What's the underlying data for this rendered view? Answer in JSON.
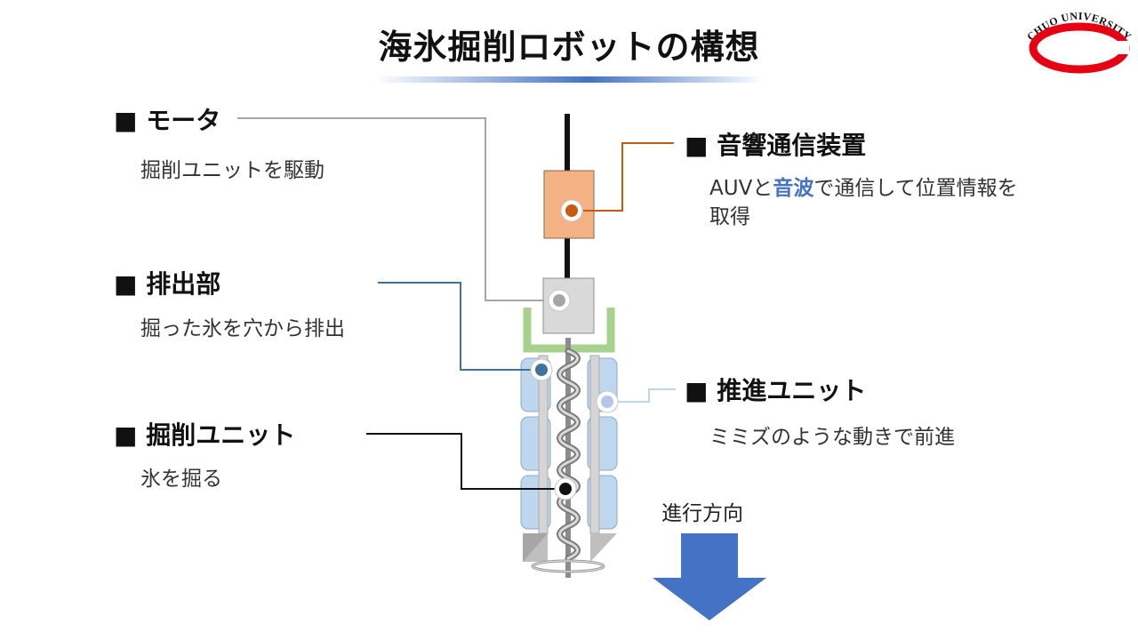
{
  "title": "海氷掘削ロボットの構想",
  "logo": {
    "text": "CHUO UNIVERSITY"
  },
  "labels": {
    "motor": {
      "heading": "■ モータ",
      "desc": "掘削ユニットを駆動"
    },
    "discharge": {
      "heading": "■ 排出部",
      "desc": "掘った氷を穴から排出"
    },
    "drill": {
      "heading": "■ 掘削ユニット",
      "desc": "氷を掘る"
    },
    "acoustic": {
      "heading": "■ 音響通信装置",
      "desc_pre": "AUVと",
      "desc_accent": "音波",
      "desc_post": "で通信して位置情報を",
      "desc_line2": "取得"
    },
    "propulsion": {
      "heading": "■ 推進ユニット",
      "desc": "ミミズのような動きで前進"
    }
  },
  "direction_label": "進行方向",
  "colors": {
    "accent": "#4472c4",
    "acoustic_box": "#f4b183",
    "acoustic_line": "#c55a11",
    "motor_box": "#d9d9d9",
    "discharge_frame": "#a9d18e",
    "propulsion_cell": "#bdd7ee",
    "arrow": "#4472c4",
    "logo_red": "#e60012"
  }
}
